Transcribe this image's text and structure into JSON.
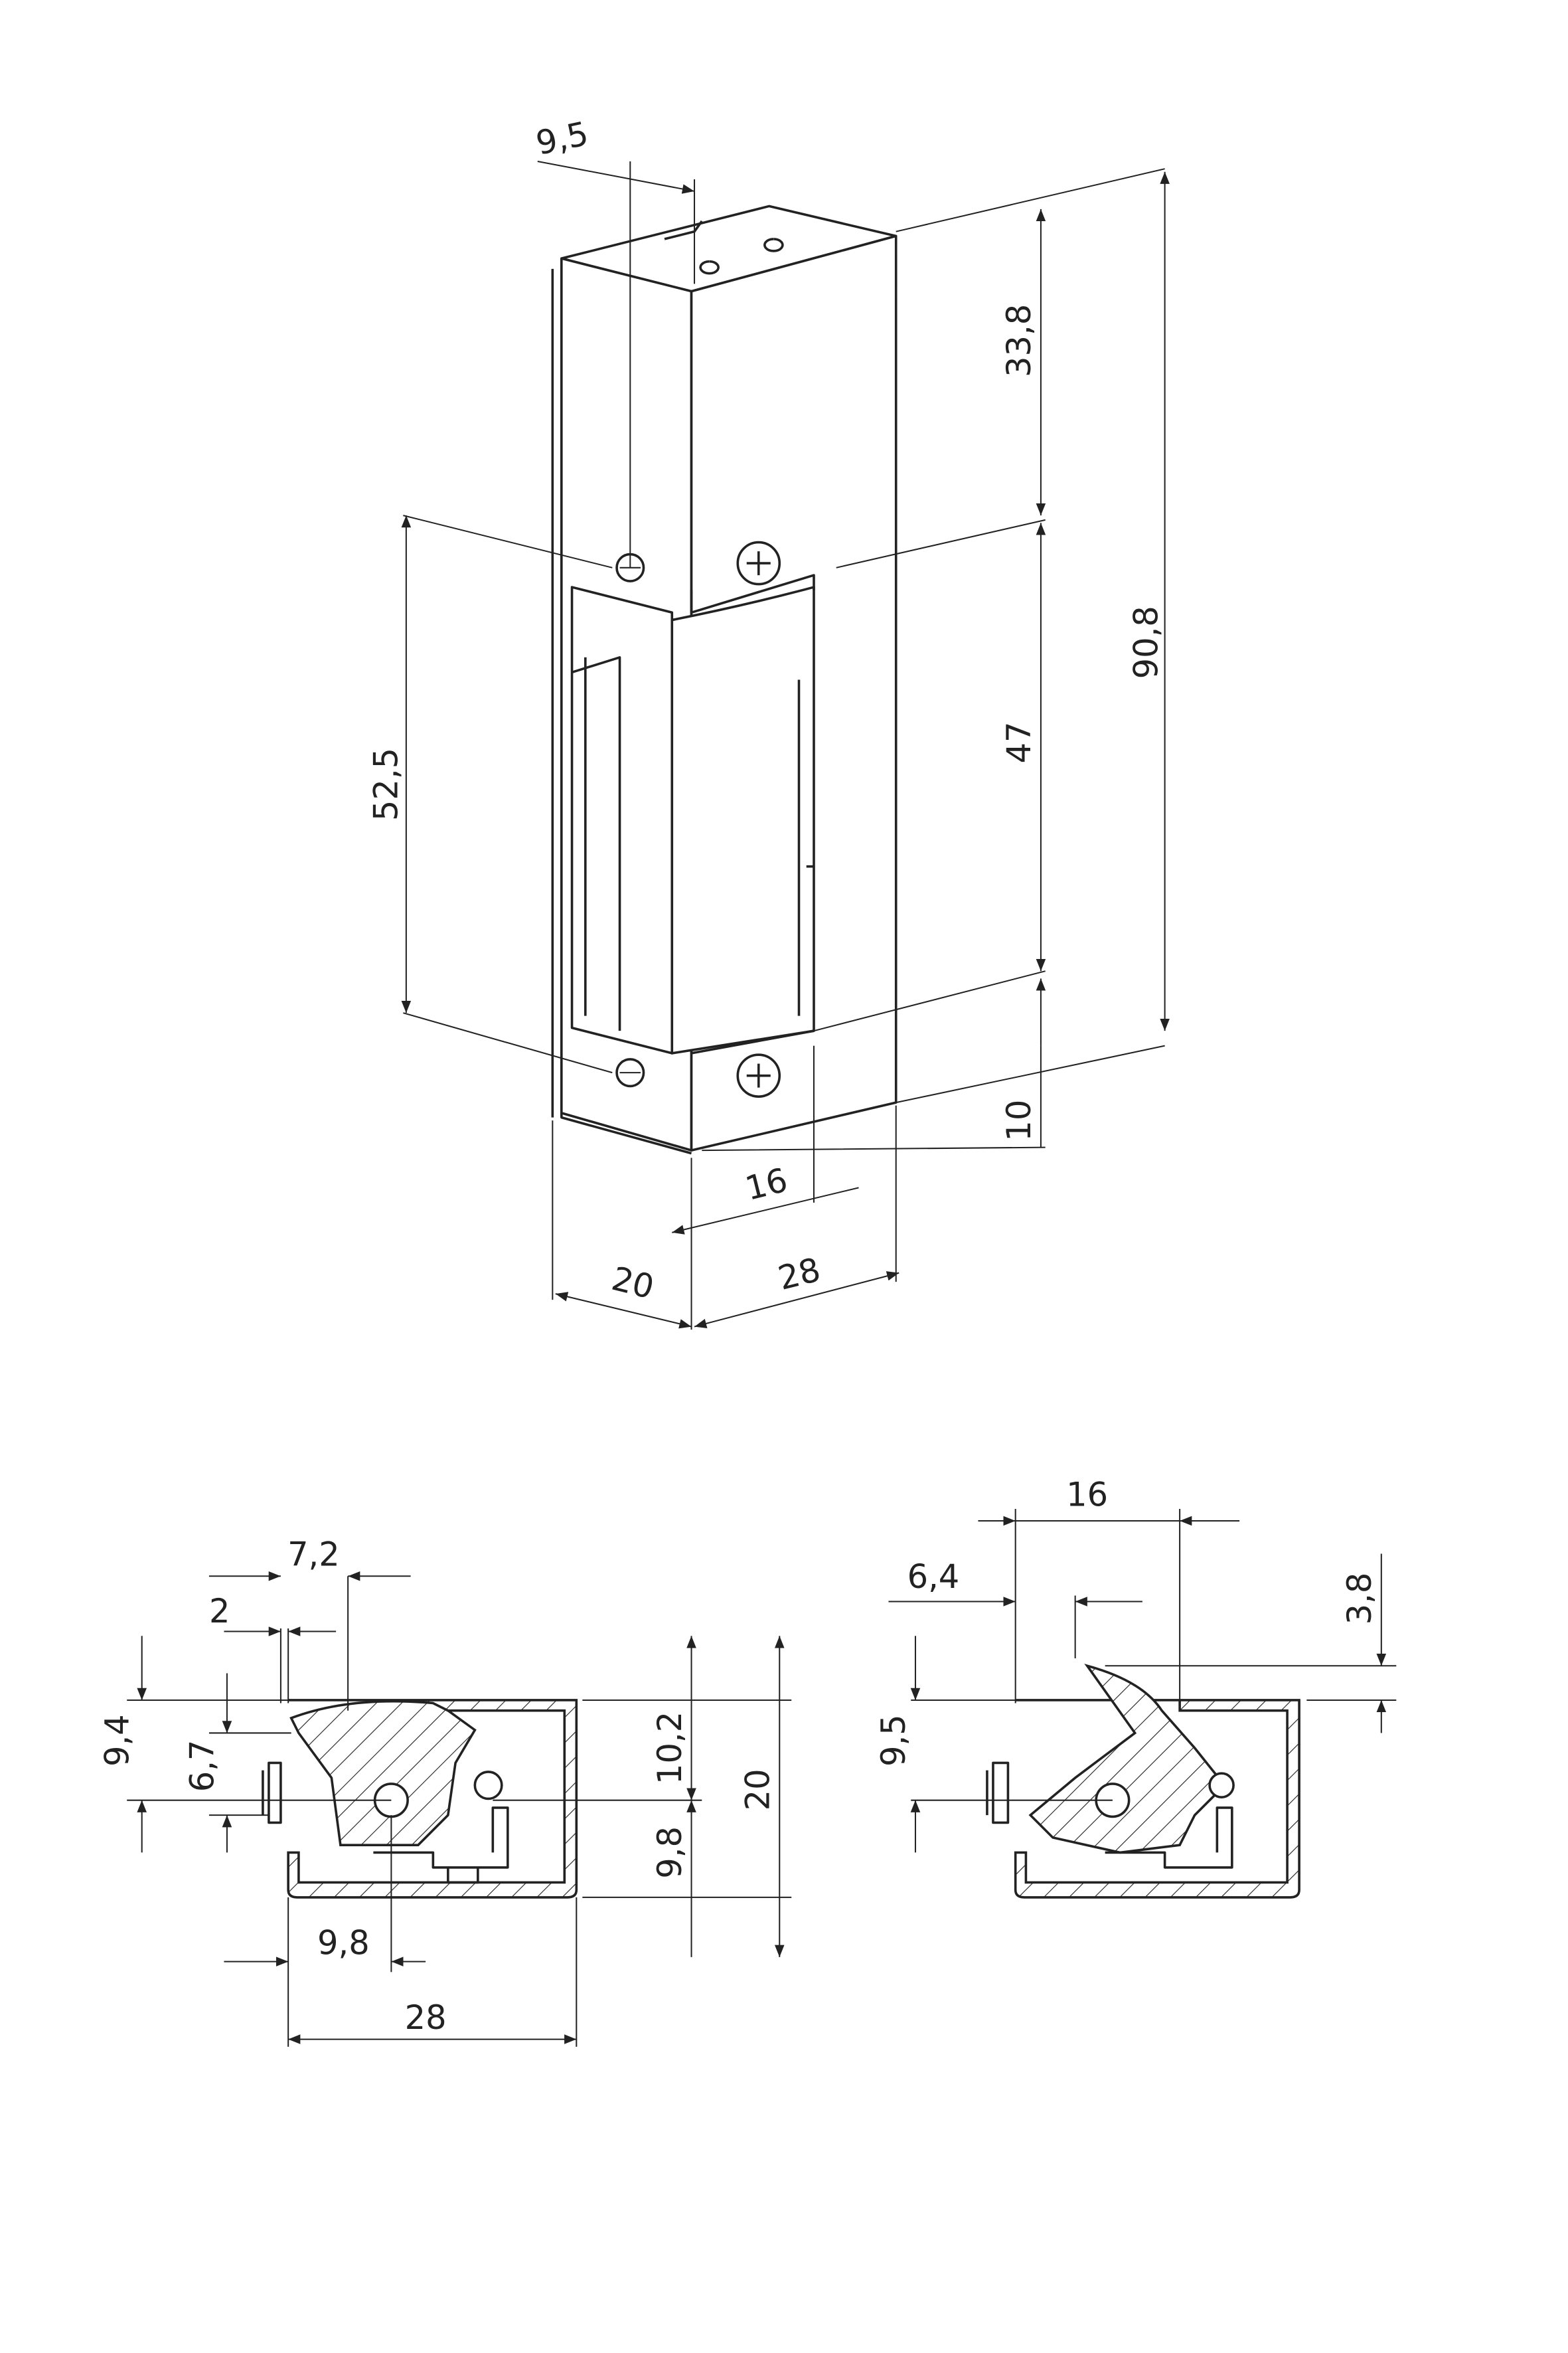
{
  "drawing": {
    "title": "Electric door strike dimensional drawing",
    "units": "mm",
    "front_view": {
      "dimensions": {
        "hole_offset": "9,5",
        "top_section": "33,8",
        "total_height": "90,8",
        "hole_spacing": "52,5",
        "latch_height": "47",
        "bottom_section": "10",
        "latch_width": "16",
        "faceplate_width": "20",
        "body_depth": "28"
      }
    },
    "section_closed": {
      "dimensions": {
        "offset_7_2": "7,2",
        "offset_2": "2",
        "height_9_4": "9,4",
        "height_6_7": "6,7",
        "upper_10_2": "10,2",
        "total_20": "20",
        "lower_9_8": "9,8",
        "pivot_9_8": "9,8",
        "width_28": "28"
      }
    },
    "section_open": {
      "dimensions": {
        "width_16": "16",
        "offset_6_4": "6,4",
        "protrusion_3_8": "3,8",
        "height_9_5": "9,5"
      }
    }
  }
}
